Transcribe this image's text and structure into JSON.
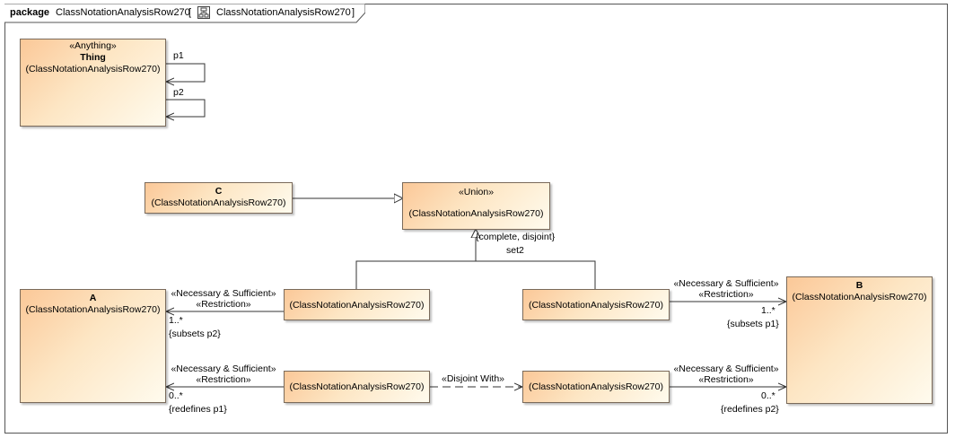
{
  "header": {
    "keyword": "package",
    "name": "ClassNotationAnalysisRow270",
    "bracket_open": "[",
    "diagram_name": "ClassNotationAnalysisRow270",
    "bracket_close": "]"
  },
  "classes": {
    "thing": {
      "stereotype": "«Anything»",
      "name": "Thing",
      "owner": "(ClassNotationAnalysisRow270)"
    },
    "c": {
      "name": "C",
      "owner": "(ClassNotationAnalysisRow270)"
    },
    "union": {
      "stereotype": "«Union»",
      "owner": "(ClassNotationAnalysisRow270)"
    },
    "a": {
      "name": "A",
      "owner": "(ClassNotationAnalysisRow270)"
    },
    "b": {
      "name": "B",
      "owner": "(ClassNotationAnalysisRow270)"
    },
    "r1": {
      "owner": "(ClassNotationAnalysisRow270)"
    },
    "r2": {
      "owner": "(ClassNotationAnalysisRow270)"
    },
    "r3": {
      "owner": "(ClassNotationAnalysisRow270)"
    },
    "r4": {
      "owner": "(ClassNotationAnalysisRow270)"
    }
  },
  "labels": {
    "p1": "p1",
    "p2": "p2",
    "gen_constraint": "{complete, disjoint}",
    "gen_set": "set2",
    "r1_stereo1": "«Necessary & Sufficient»",
    "r1_stereo2": "«Restriction»",
    "r1_mult": "1..*",
    "r1_constraint": "{subsets p2}",
    "r2_stereo1": "«Necessary & Sufficient»",
    "r2_stereo2": "«Restriction»",
    "r2_mult": "1..*",
    "r2_constraint": "{subsets p1}",
    "r3_stereo1": "«Necessary & Sufficient»",
    "r3_stereo2": "«Restriction»",
    "r3_mult": "0..*",
    "r3_constraint": "{redefines p1}",
    "r4_stereo1": "«Necessary & Sufficient»",
    "r4_stereo2": "«Restriction»",
    "r4_mult": "0..*",
    "r4_constraint": "{redefines p2}",
    "disjoint": "«Disjoint With»"
  },
  "colors": {
    "class_fill_start": "#fbc898",
    "class_fill_end": "#fffbee",
    "class_border": "#7a6a5a",
    "line": "#333333"
  }
}
